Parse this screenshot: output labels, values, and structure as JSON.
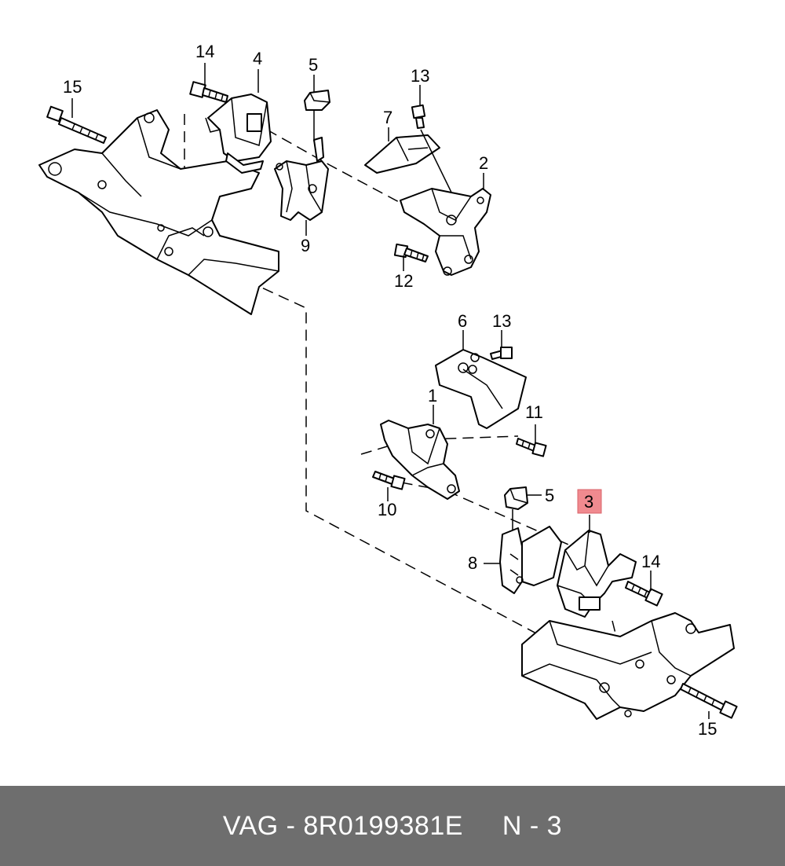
{
  "callouts": {
    "c1": "1",
    "c2": "2",
    "c3": "3",
    "c4": "4",
    "c5a": "5",
    "c5b": "5",
    "c6": "6",
    "c7": "7",
    "c8": "8",
    "c9": "9",
    "c10": "10",
    "c11": "11",
    "c12": "12",
    "c13a": "13",
    "c13b": "13",
    "c14a": "14",
    "c14b": "14",
    "c15a": "15",
    "c15b": "15"
  },
  "highlight": {
    "part": "3",
    "color": "#f08a8f"
  },
  "footer": {
    "brand_part": "VAG - 8R0199381E",
    "position": "N - 3"
  }
}
